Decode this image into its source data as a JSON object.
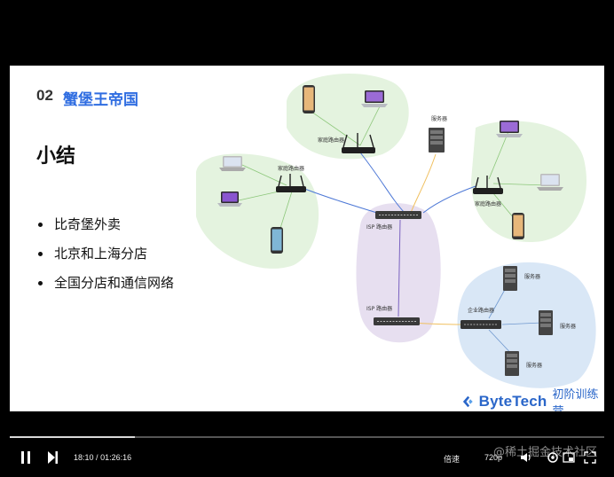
{
  "slide": {
    "number": "02",
    "section_title": "蟹堡王帝国",
    "heading": "小结",
    "bullets": [
      "比奇堡外卖",
      "北京和上海分店",
      "全国分店和通信网络"
    ],
    "logo_text": "ByteTech",
    "camp_name": "初阶训练营"
  },
  "diagram": {
    "labels": {
      "home_router": "家庭路由器",
      "server": "服务器",
      "isp_router": "ISP 路由器",
      "enterprise_router": "企业路由器"
    }
  },
  "player": {
    "current_time": "18:10",
    "separator": "/",
    "duration": "01:26:16",
    "progress": 0.21,
    "speed_label": "倍速",
    "quality_label": "720p",
    "watermark": "@稀土掘金技术社区"
  },
  "colors": {
    "accent": "#2f6de1",
    "green_zone": "#e4f3df",
    "purple_zone": "#e7dff0",
    "blue_zone": "#d9e7f6"
  }
}
